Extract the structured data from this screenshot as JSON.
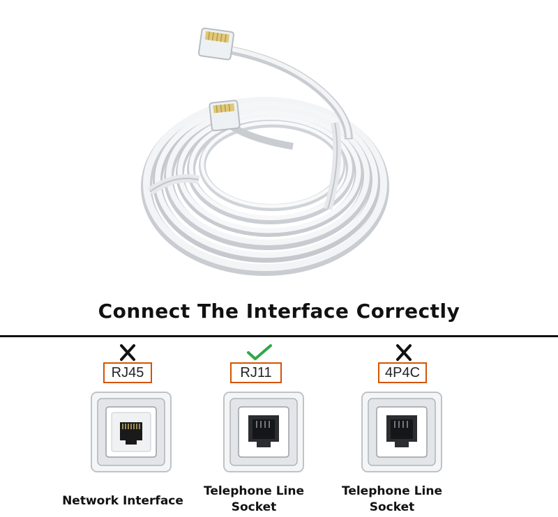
{
  "headline": "Connect The Interface Correctly",
  "colors": {
    "label_border": "#d35400",
    "check": "#2ea84a",
    "cross": "#111111"
  },
  "options": [
    {
      "label": "RJ45",
      "status_icon": "cross-icon",
      "socket_icon": "rj45-socket-icon",
      "caption_line1": "Network Interface",
      "caption_line2": ""
    },
    {
      "label": "RJ11",
      "status_icon": "checkmark-icon",
      "socket_icon": "rj11-socket-icon",
      "caption_line1": "Telephone Line",
      "caption_line2": "Socket"
    },
    {
      "label": "4P4C",
      "status_icon": "cross-icon",
      "socket_icon": "4p4c-socket-icon",
      "caption_line1": "Telephone Line",
      "caption_line2": "Socket"
    }
  ]
}
